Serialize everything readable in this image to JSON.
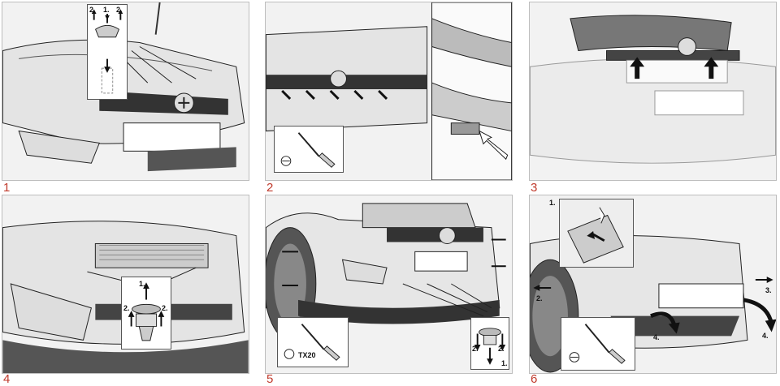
{
  "panels": [
    {
      "number": "1",
      "callouts": [
        "2.",
        "1.",
        "2."
      ]
    },
    {
      "number": "2",
      "callouts": []
    },
    {
      "number": "3",
      "callouts": []
    },
    {
      "number": "4",
      "callouts": [
        "1.",
        "2.",
        "2."
      ]
    },
    {
      "number": "5",
      "callouts": [
        "2.",
        "2.",
        "1."
      ],
      "tool_label": "TX20"
    },
    {
      "number": "6",
      "callouts": [
        "1.",
        "2.",
        "3.",
        "4.",
        "4."
      ]
    }
  ],
  "colors": {
    "panel_number": "#c0392b",
    "line": "#222222",
    "fill": "#e6e6e6"
  }
}
